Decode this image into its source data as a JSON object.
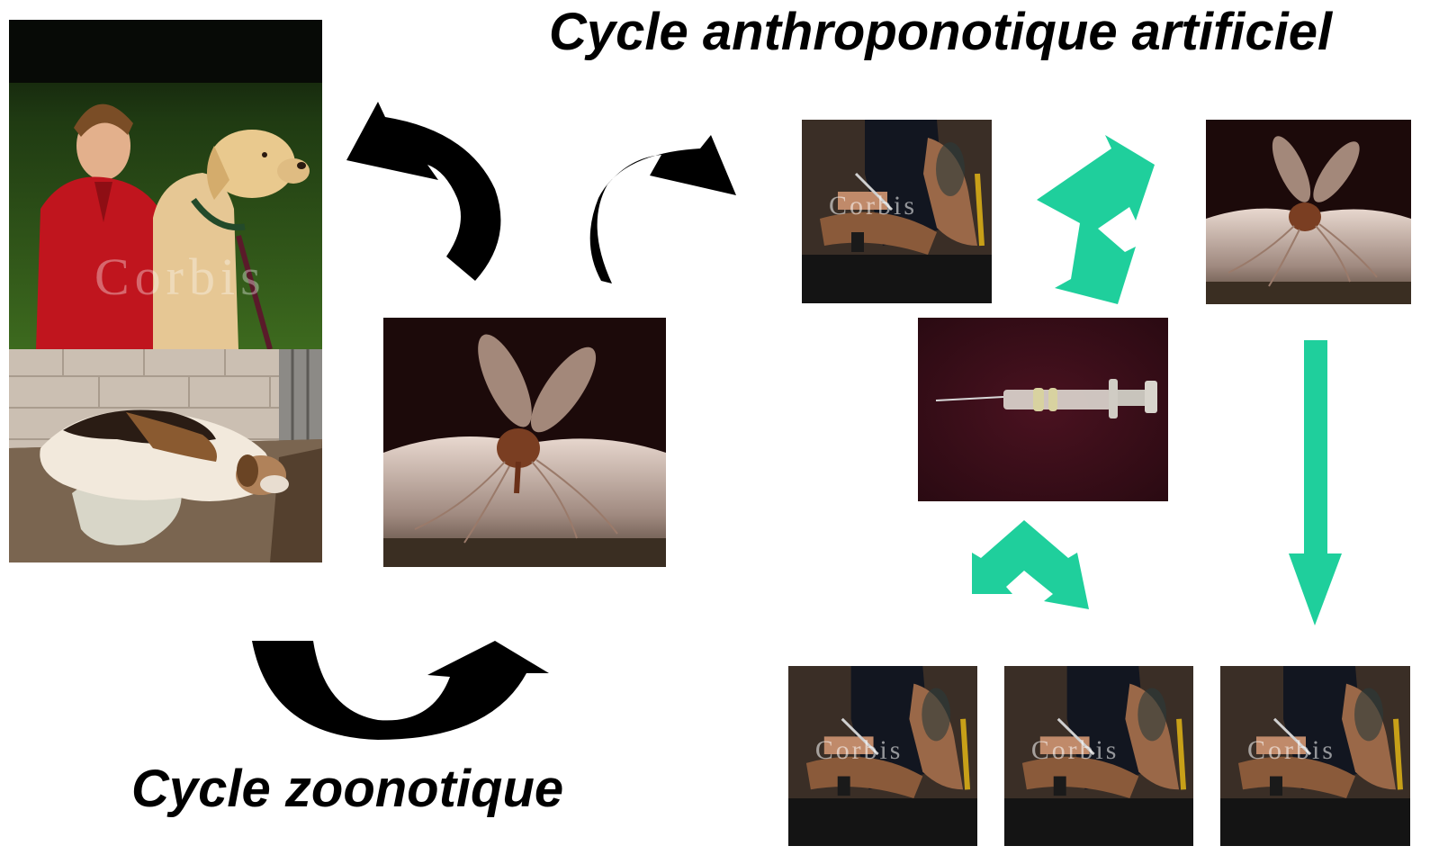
{
  "titles": {
    "artificial_cycle": "Cycle anthroponotique artificiel",
    "zoonotic_cycle": "Cycle zoonotique"
  },
  "watermarks": {
    "stock_photo_brand": "Corbis"
  },
  "colors": {
    "black_arrows": "#000000",
    "teal_arrows": "#1fcf9c",
    "background": "#ffffff"
  },
  "images": [
    {
      "name": "woman-with-dog-photo",
      "depicts": "woman in red jacket with yellow labrador"
    },
    {
      "name": "sick-dog-photo",
      "depicts": "emaciated beagle lying in kennel"
    },
    {
      "name": "sandfly-photo-left",
      "depicts": "sandfly on skin"
    },
    {
      "name": "tattooed-arm-photo-top",
      "depicts": "tattooed arm with tourniquet and syringe"
    },
    {
      "name": "sandfly-photo-right",
      "depicts": "sandfly on skin"
    },
    {
      "name": "syringe-photo",
      "depicts": "syringe on dark red background"
    },
    {
      "name": "tattooed-arm-photo-bottom-1",
      "depicts": "tattooed arm with tourniquet and syringe"
    },
    {
      "name": "tattooed-arm-photo-bottom-2",
      "depicts": "tattooed arm with tourniquet and syringe"
    },
    {
      "name": "tattooed-arm-photo-bottom-3",
      "depicts": "tattooed arm with tourniquet and syringe"
    }
  ]
}
